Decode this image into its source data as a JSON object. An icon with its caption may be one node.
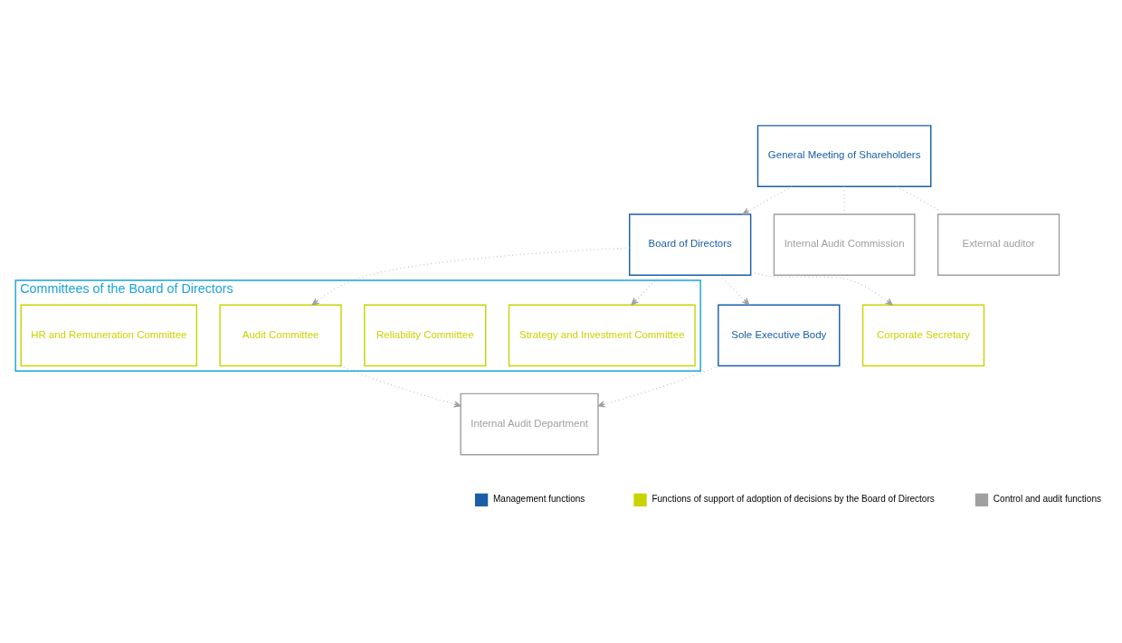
{
  "diagram": {
    "nodes": [
      {
        "text": [
          "General Meeting of Shareholders"
        ]
      },
      {
        "text": [
          "Board of Directors"
        ]
      },
      {
        "text": [
          "Committees of the Board of Directors"
        ]
      },
      {
        "text": [
          "Strategy and Investment Committee"
        ],
        "in": 2
      },
      {
        "text": [
          "Reliability Committee"
        ],
        "in": 2
      },
      {
        "text": [
          "Internal Audit Commission"
        ]
      },
      {
        "text": [
          "Sole Executive Body"
        ]
      },
      {
        "text": [
          "Audit Committee"
        ],
        "in": 2
      },
      {
        "text": [
          "HR and Remuneration Committee"
        ],
        "in": 2
      },
      {
        "text": [
          "External auditor"
        ]
      },
      {
        "text": [
          "Corporate Secretary"
        ]
      },
      {
        "text": [
          "Internal Audit Department"
        ]
      }
    ],
    "edges": [
      {
        "from": 0,
        "to": 1,
        "arrow": "to"
      },
      {
        "from": 0,
        "to": 5,
        "arrow": "none"
      },
      {
        "from": 0,
        "to": 9,
        "arrow": "none"
      },
      {
        "from": 1,
        "to": 6,
        "arrow": "to"
      },
      {
        "from": 1,
        "to": 3,
        "arrow": "to"
      },
      {
        "from": 1,
        "to": 7,
        "arrow": "to"
      },
      {
        "from": 1,
        "to": 10,
        "arrow": "to"
      },
      {
        "from": 6,
        "to": 11,
        "arrow": "to"
      },
      {
        "from": 7,
        "to": 11,
        "arrow": "to"
      }
    ],
    "legend": [
      {
        "text": "Management functions",
        "color": "#1a5ea8"
      },
      {
        "text": "Functions of support of adoption of decisions by the Board of Directors",
        "color": "#c8d400"
      },
      {
        "text": "Control and audit functions",
        "color": "#a0a0a0"
      }
    ]
  }
}
